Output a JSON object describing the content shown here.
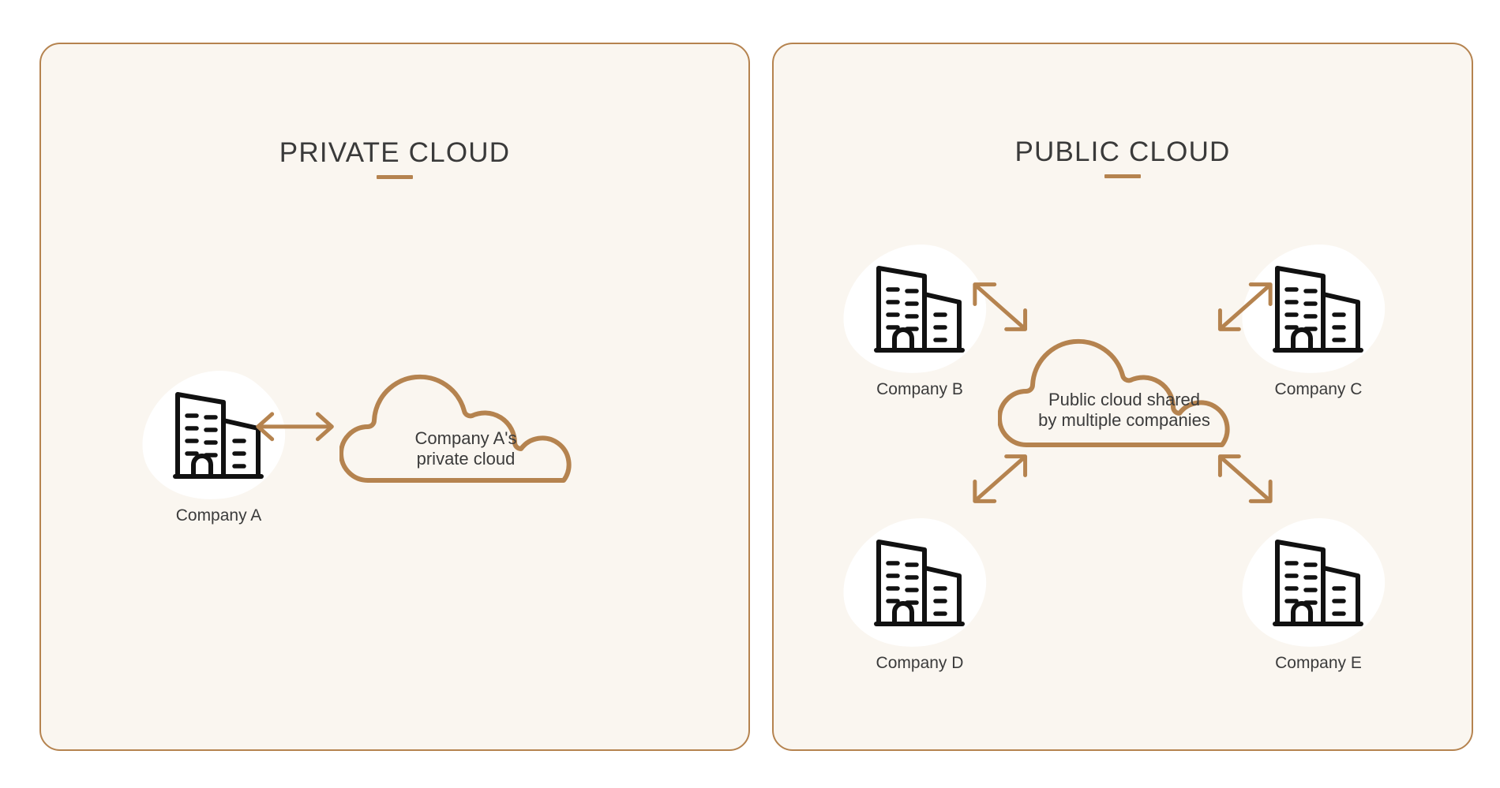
{
  "theme": {
    "page_background": "#ffffff",
    "panel_background": "#faf6f0",
    "accent": "#b5834f",
    "text": "#3b3b3b",
    "icon_stroke": "#111111",
    "blob": "#ffffff"
  },
  "panels": [
    {
      "id": "private-cloud",
      "title": "PRIVATE CLOUD",
      "cloud": {
        "label_line1": "Company A's",
        "label_line2": "private cloud"
      },
      "companies": [
        {
          "id": "company-a",
          "label": "Company A",
          "icon": "office-building-icon"
        }
      ],
      "connectors": [
        {
          "id": "company-a-to-cloud",
          "type": "double-arrow",
          "orientation": "horizontal"
        }
      ]
    },
    {
      "id": "public-cloud",
      "title": "PUBLIC CLOUD",
      "cloud": {
        "label_line1": "Public cloud shared",
        "label_line2": "by multiple companies"
      },
      "companies": [
        {
          "id": "company-b",
          "label": "Company B",
          "icon": "office-building-icon",
          "position": "top-left"
        },
        {
          "id": "company-c",
          "label": "Company C",
          "icon": "office-building-icon",
          "position": "top-right"
        },
        {
          "id": "company-d",
          "label": "Company D",
          "icon": "office-building-icon",
          "position": "bottom-left"
        },
        {
          "id": "company-e",
          "label": "Company E",
          "icon": "office-building-icon",
          "position": "bottom-right"
        }
      ],
      "connectors": [
        {
          "id": "company-b-to-cloud",
          "type": "double-arrow",
          "orientation": "diagonal-down-right"
        },
        {
          "id": "company-c-to-cloud",
          "type": "double-arrow",
          "orientation": "diagonal-down-left"
        },
        {
          "id": "company-d-to-cloud",
          "type": "double-arrow",
          "orientation": "diagonal-up-right"
        },
        {
          "id": "company-e-to-cloud",
          "type": "double-arrow",
          "orientation": "diagonal-up-left"
        }
      ]
    }
  ]
}
